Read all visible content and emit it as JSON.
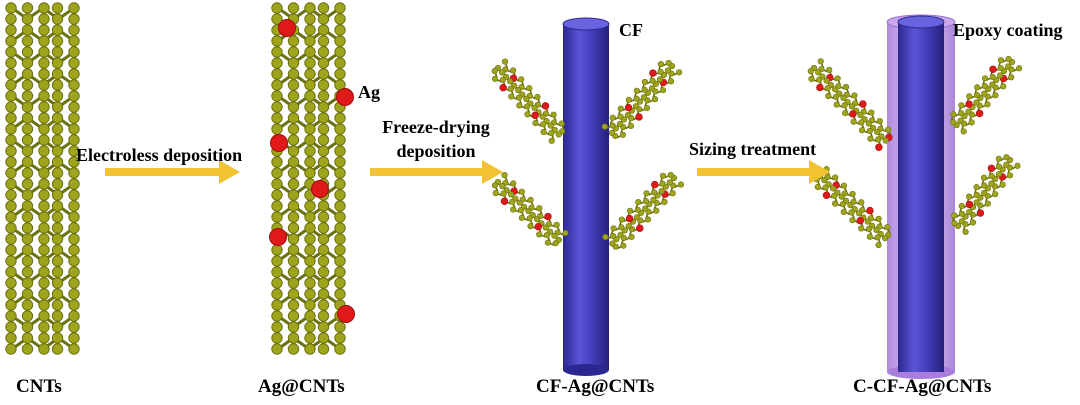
{
  "panels": {
    "cnts": "CNTs",
    "ag_cnts": "Ag@CNTs",
    "cf_ag_cnts": "CF-Ag@CNTs",
    "c_cf_ag_cnts": "C-CF-Ag@CNTs"
  },
  "steps": {
    "electroless": "Electroless deposition",
    "freeze_line1": "Freeze-drying",
    "freeze_line2": "deposition",
    "sizing": "Sizing treatment"
  },
  "tags": {
    "ag": "Ag",
    "cf": "CF",
    "epoxy": "Epoxy coating"
  },
  "colors": {
    "cnt": "#9ea51c",
    "cnt_dark": "#6b7010",
    "silver": "#e01a1a",
    "fiber": "#4a43c2",
    "fiber_dark": "#2e2a8c",
    "epoxy": "#b58ae6",
    "arrow": "#f1c232"
  }
}
